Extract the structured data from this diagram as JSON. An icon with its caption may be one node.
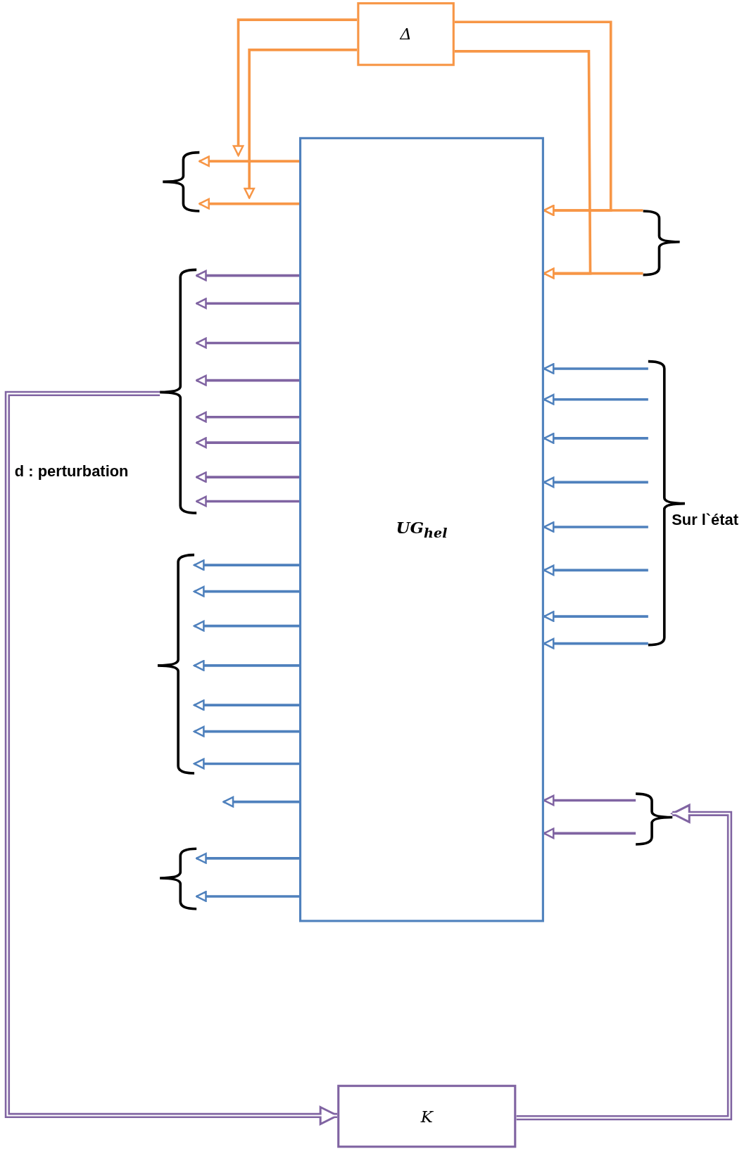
{
  "diagram": {
    "nodes": [
      {
        "text": [
          "Δ"
        ]
      },
      {
        "text": [
          "UG$_{hel}$"
        ]
      },
      {
        "text": [
          "K"
        ]
      },
      {
        "text": [],
        "shape": "brace"
      },
      {
        "text": [],
        "shape": "brace"
      },
      {
        "text": [],
        "shape": "brace"
      },
      {
        "text": [],
        "shape": "brace"
      },
      {
        "text": [],
        "shape": "brace"
      },
      {
        "text": [],
        "shape": "brace"
      },
      {
        "text": [],
        "shape": "brace"
      }
    ],
    "edges": [
      {
        "from": 0,
        "to": null,
        "arrow": "to",
        "color": "#f79646"
      },
      {
        "from": 0,
        "to": null,
        "arrow": "to",
        "color": "#f79646"
      },
      {
        "from": 0,
        "to": 1,
        "arrow": "to",
        "color": "#f79646"
      },
      {
        "from": 0,
        "to": 1,
        "arrow": "to",
        "color": "#f79646"
      },
      {
        "from": 1,
        "to": 3,
        "arrow": "to",
        "color": "#f79646"
      },
      {
        "from": 1,
        "to": 3,
        "arrow": "to",
        "color": "#f79646"
      },
      {
        "from": 1,
        "to": 5,
        "arrow": "to",
        "color": "#8064a2"
      },
      {
        "from": 1,
        "to": 5,
        "arrow": "to",
        "color": "#8064a2"
      },
      {
        "from": 1,
        "to": 5,
        "arrow": "to",
        "color": "#8064a2"
      },
      {
        "from": 1,
        "to": 5,
        "arrow": "to",
        "color": "#8064a2"
      },
      {
        "from": 1,
        "to": 5,
        "arrow": "to",
        "color": "#8064a2"
      },
      {
        "from": 1,
        "to": 5,
        "arrow": "to",
        "color": "#8064a2"
      },
      {
        "from": 1,
        "to": 5,
        "arrow": "to",
        "color": "#8064a2"
      },
      {
        "from": 1,
        "to": 5,
        "arrow": "to",
        "color": "#8064a2"
      },
      {
        "from": 1,
        "to": 7,
        "arrow": "to"
      },
      {
        "from": 1,
        "to": 7,
        "arrow": "to"
      },
      {
        "from": 1,
        "to": 7,
        "arrow": "to"
      },
      {
        "from": 1,
        "to": 7,
        "arrow": "to"
      },
      {
        "from": 1,
        "to": 7,
        "arrow": "to"
      },
      {
        "from": 1,
        "to": 7,
        "arrow": "to"
      },
      {
        "from": 1,
        "to": 7,
        "arrow": "to"
      },
      {
        "from": 1,
        "to": null,
        "arrow": "to"
      },
      {
        "from": 1,
        "to": 9,
        "arrow": "to"
      },
      {
        "from": 1,
        "to": 9,
        "arrow": "to"
      },
      {
        "from": 6,
        "to": 1,
        "arrow": "to"
      },
      {
        "from": 6,
        "to": 1,
        "arrow": "to"
      },
      {
        "from": 6,
        "to": 1,
        "arrow": "to"
      },
      {
        "from": 6,
        "to": 1,
        "arrow": "to"
      },
      {
        "from": 6,
        "to": 1,
        "arrow": "to"
      },
      {
        "from": 6,
        "to": 1,
        "arrow": "to"
      },
      {
        "from": 6,
        "to": 1,
        "arrow": "to"
      },
      {
        "from": 6,
        "to": 1,
        "arrow": "to"
      },
      {
        "from": 8,
        "to": 1,
        "arrow": "to",
        "color": "#8064a2"
      },
      {
        "from": 8,
        "to": 1,
        "arrow": "to",
        "color": "#8064a2"
      },
      {
        "from": 5,
        "to": 2,
        "arrow": "to",
        "color": "#8064a2",
        "style": "thick"
      },
      {
        "from": 2,
        "to": 8,
        "arrow": "to",
        "color": "#8064a2",
        "style": "thick"
      },
      {
        "from": 4,
        "to": 1,
        "arrow": "to",
        "color": "#f79646"
      },
      {
        "from": 4,
        "to": 1,
        "arrow": "to",
        "color": "#f79646"
      }
    ],
    "labels": [
      "d : perturbation",
      "Sur l`état"
    ]
  }
}
